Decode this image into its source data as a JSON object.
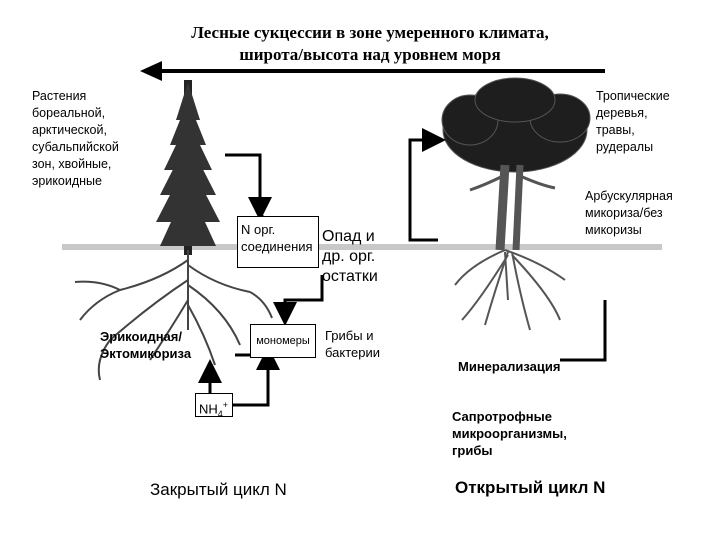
{
  "title_line1": "Лесные сукцессии в зоне умеренного климата,",
  "title_line2": "широта/высота над уровнем моря",
  "left_plants": [
    "Растения",
    "бореальной,",
    "арктической,",
    "субальпийской",
    "зон, хвойные,",
    "эрикоидные"
  ],
  "right_plants": [
    "Тропические",
    "деревья,",
    "травы,",
    "рудералы"
  ],
  "right_mycorrhiza": [
    "Арбускулярная",
    "микориза/без",
    "микоризы"
  ],
  "n_org": [
    "N орг.",
    "соединения"
  ],
  "litter": [
    "Опад и",
    "др. орг.",
    "остатки"
  ],
  "ericoid": [
    "Эрикоидная/",
    "Эктомикориза"
  ],
  "monomers": "мономеры",
  "fungi": [
    "Грибы и",
    "бактерии"
  ],
  "nh4": "NH",
  "nh4_sub": "4",
  "nh4_sup": "+",
  "mineralization": "Минерализация",
  "saprotrophs": [
    "Сапротрофные",
    "микроорганизмы,",
    "грибы"
  ],
  "closed_cycle": "Закрытый цикл N",
  "open_cycle": "Открытый цикл N",
  "colors": {
    "ink": "#000000",
    "ground": "#c8c8c8",
    "canopy": "#1e1e1e"
  }
}
